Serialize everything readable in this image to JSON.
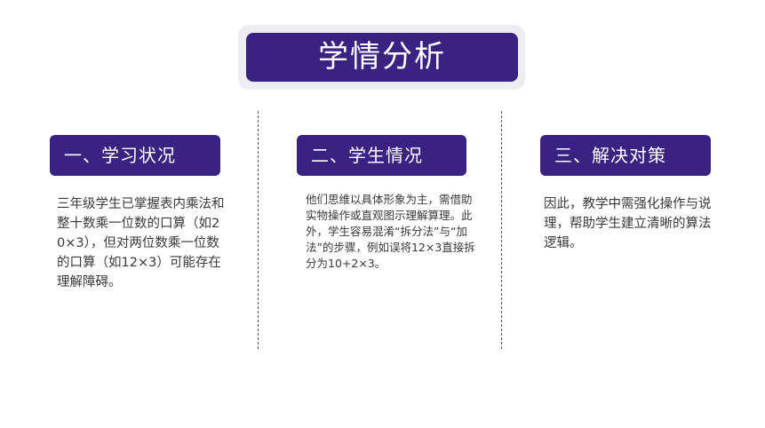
{
  "title": "学情分析",
  "sections": [
    {
      "heading": "一、学习状况",
      "text": "三年级学生已掌握表内乘法和整十数乘一位数的口算（如20×3），但对两位数乘一位数的口算（如12×3）可能存在理解障碍。"
    },
    {
      "heading": "二、学生情况",
      "text": "他们思维以具体形象为主，需借助实物操作或直观图示理解算理。此外，学生容易混淆“拆分法”与“加法”的步骤，例如误将12×3直接拆分为10+2×3。"
    },
    {
      "heading": "三、解决对策",
      "text": "因此，教学中需强化操作与说理，帮助学生建立清晰的算法逻辑。"
    }
  ],
  "colors": {
    "accent": "#3a2283",
    "title_frame": "#eeeef2",
    "divider": "#555555"
  }
}
